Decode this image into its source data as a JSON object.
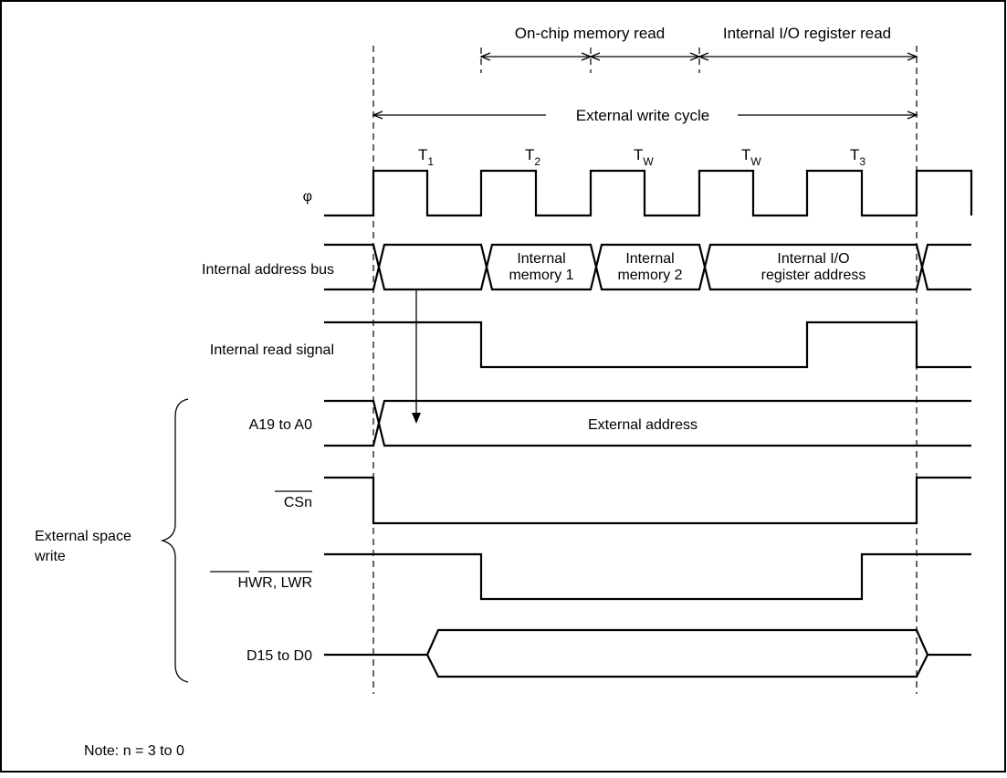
{
  "timing": {
    "on_chip_read": "On-chip memory read",
    "io_read": "Internal I/O register read",
    "ext_write_cycle": "External write cycle",
    "states": [
      {
        "main": "T",
        "sub": "1"
      },
      {
        "main": "T",
        "sub": "2"
      },
      {
        "main": "T",
        "sub": "W"
      },
      {
        "main": "T",
        "sub": "W"
      },
      {
        "main": "T",
        "sub": "3"
      }
    ]
  },
  "signals": {
    "phi": "φ",
    "internal_address_bus": "Internal address bus",
    "internal_read_signal": "Internal read signal",
    "a19_a0": "A19 to A0",
    "csn": "CSn",
    "hwr": "HWR",
    "hwr_lwr_sep": ", ",
    "lwr": "LWR",
    "d15_d0": "D15 to D0"
  },
  "bus_values": {
    "mem1_line1": "Internal",
    "mem1_line2": "memory 1",
    "mem2_line1": "Internal",
    "mem2_line2": "memory 2",
    "io_line1": "Internal I/O",
    "io_line2": "register address",
    "external_address": "External address"
  },
  "group": {
    "line1": "External space",
    "line2": "write"
  },
  "note": "Note:  n = 3 to 0"
}
